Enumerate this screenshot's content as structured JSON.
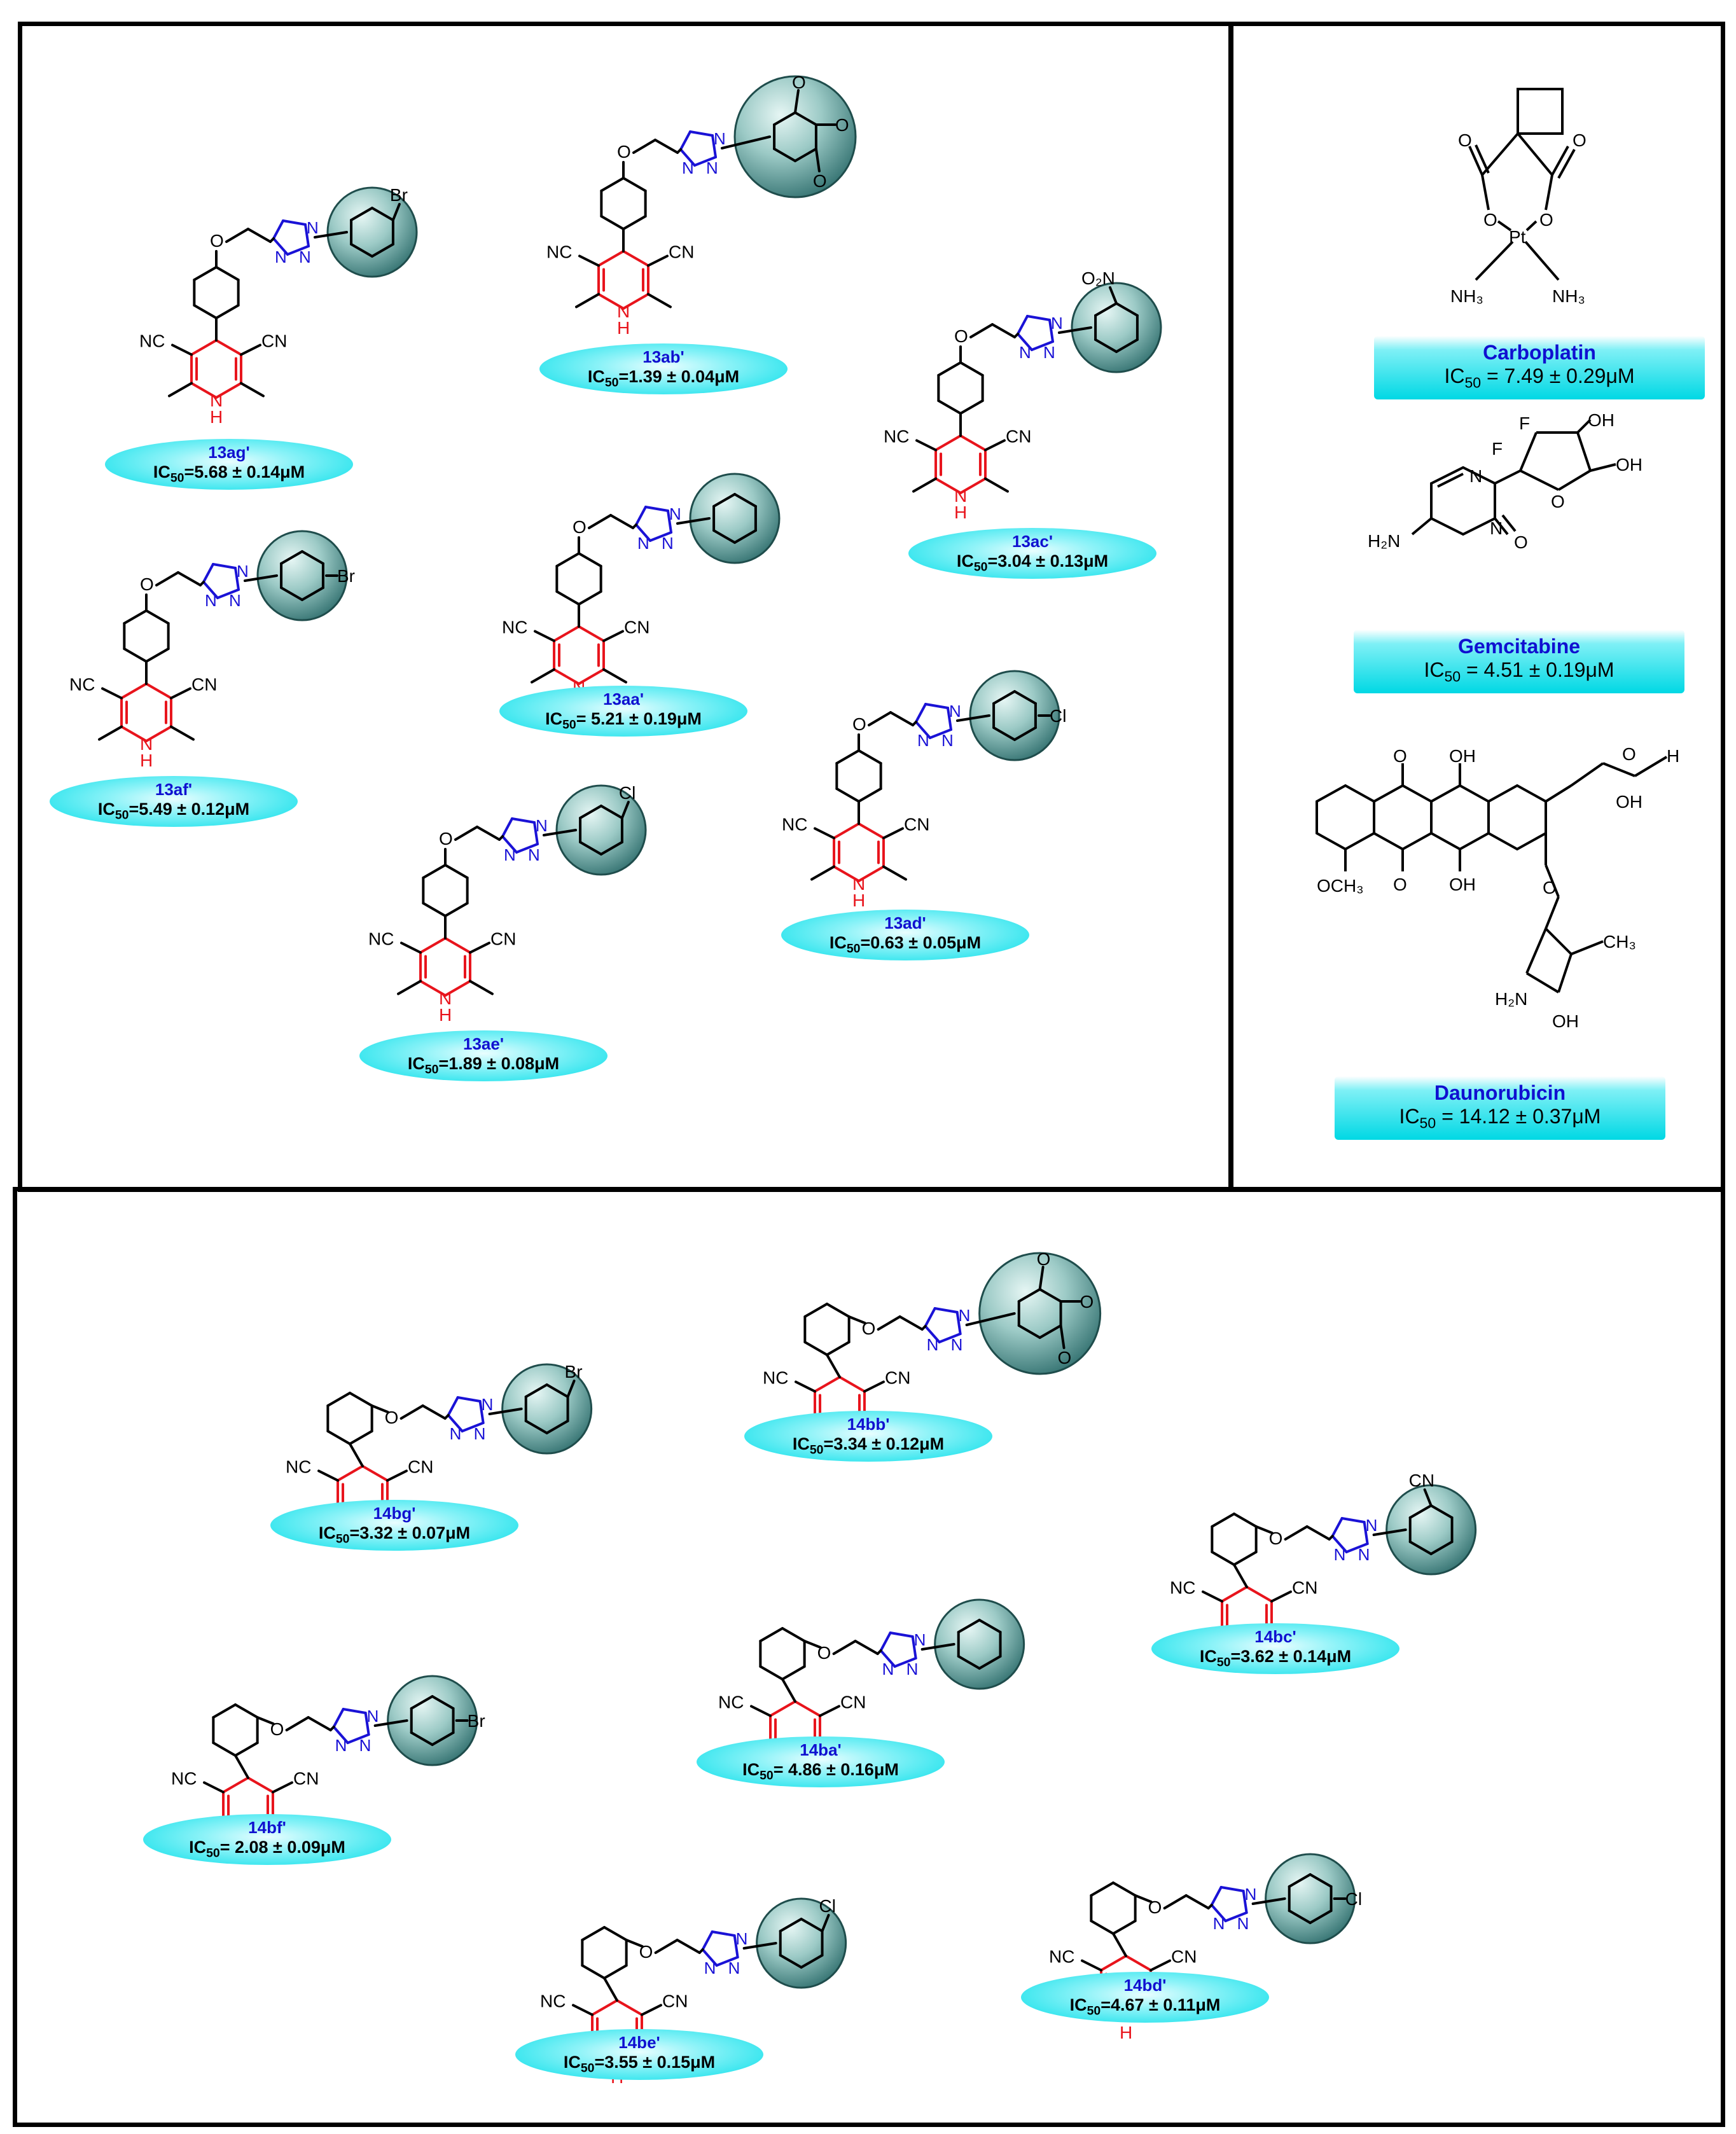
{
  "compounds_13": [
    {
      "name": "13ag'",
      "ic50": "5.68 ± 0.14μM",
      "sep": "=",
      "subst": "Br",
      "pos": "meta"
    },
    {
      "name": "13ab'",
      "ic50": "1.39 ± 0.04μM",
      "sep": "=",
      "subst": "trimethoxy"
    },
    {
      "name": "13ac'",
      "ic50": "3.04 ± 0.13μM",
      "sep": "=",
      "subst": "NO2",
      "pos": "ortho"
    },
    {
      "name": "13aa'",
      "ic50": "5.21 ± 0.19μM",
      "sep": "= ",
      "subst": "H"
    },
    {
      "name": "13af'",
      "ic50": "5.49 ± 0.12μM",
      "sep": "=",
      "subst": "Br",
      "pos": "para"
    },
    {
      "name": "13ad'",
      "ic50": "0.63 ± 0.05μM",
      "sep": "=",
      "subst": "Cl",
      "pos": "para"
    },
    {
      "name": "13ae'",
      "ic50": "1.89 ± 0.08μM",
      "sep": "=",
      "subst": "Cl",
      "pos": "meta"
    }
  ],
  "compounds_14": [
    {
      "name": "14bb'",
      "ic50": "3.34 ± 0.12μM",
      "sep": "=",
      "subst": "trimethoxy"
    },
    {
      "name": "14bg'",
      "ic50": "3.32 ± 0.07μM",
      "sep": "=",
      "subst": "Br",
      "pos": "meta"
    },
    {
      "name": "14bc'",
      "ic50": "3.62 ± 0.14μM",
      "sep": "=",
      "subst": "CN",
      "pos": "ortho"
    },
    {
      "name": "14ba'",
      "ic50": "4.86 ± 0.16μM",
      "sep": "= ",
      "subst": "H"
    },
    {
      "name": "14bf'",
      "ic50": "2.08 ± 0.09μM",
      "sep": "= ",
      "subst": "Br",
      "pos": "para"
    },
    {
      "name": "14be'",
      "ic50": "3.55 ± 0.15μM",
      "sep": "=",
      "subst": "Cl",
      "pos": "meta"
    },
    {
      "name": "14bd'",
      "ic50": "4.67 ± 0.11μM",
      "sep": "=",
      "subst": "Cl",
      "pos": "para"
    }
  ],
  "references": [
    {
      "name": "Carboplatin",
      "ic50": "7.49 ± 0.29μM",
      "sep": " = "
    },
    {
      "name": "Gemcitabine",
      "ic50": "4.51 ± 0.19μM",
      "sep": " = "
    },
    {
      "name": "Daunorubicin",
      "ic50": "14.12 ± 0.37μM",
      "sep": " = "
    }
  ],
  "ic_prefix": "IC",
  "ic_sub": "50",
  "atoms": {
    "cn": "CN",
    "nc": "NC",
    "n": "N",
    "h": "H",
    "o": "O",
    "br": "Br",
    "cl": "Cl",
    "no2": "O₂N",
    "ocn": "CN",
    "nh3": "NH₃",
    "pt": "Pt",
    "f": "F",
    "oh": "OH",
    "h2n": "H₂N",
    "och3": "OCH₃",
    "ch3": "CH₃",
    "h2n_b": "H₂N"
  },
  "colors": {
    "core": "#e8141c",
    "triazole": "#1a12d6",
    "bond": "#000000",
    "sphere_light": "#d9efec",
    "sphere_dark": "#3c7f7e",
    "label_cyan": "#00dde8",
    "name_blue": "#1010d0"
  }
}
